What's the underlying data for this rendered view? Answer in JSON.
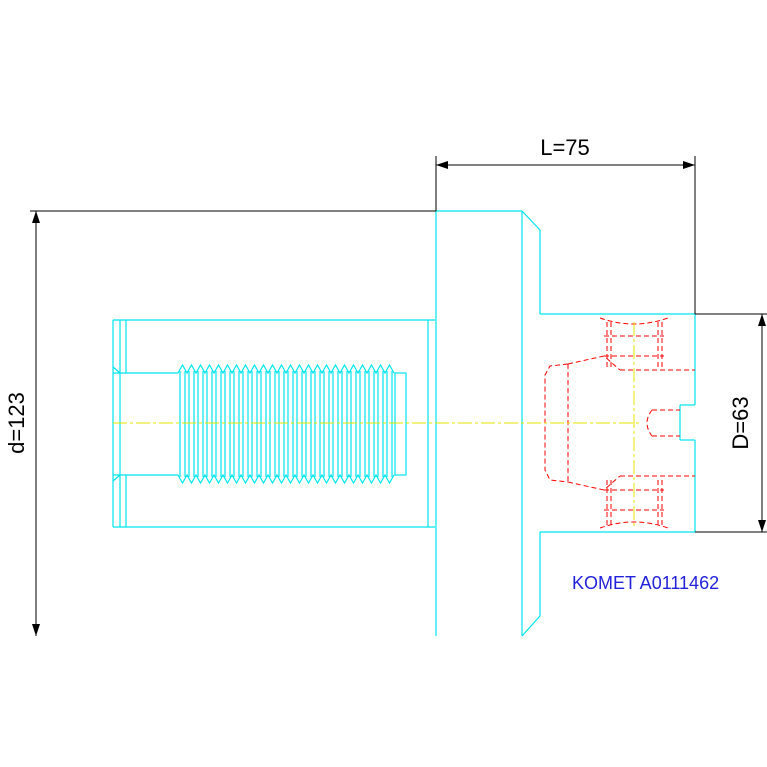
{
  "dimensions": {
    "length": "L=75",
    "outer_diameter": "d=123",
    "bore_diameter": "D=63"
  },
  "part_number": "KOMET A0111462",
  "colors": {
    "outline": "#00e5ee",
    "hidden_lines": "#ff0000",
    "centerline": "#e6e600",
    "dimension": "#000000",
    "part_number_text": "#2222dd"
  }
}
